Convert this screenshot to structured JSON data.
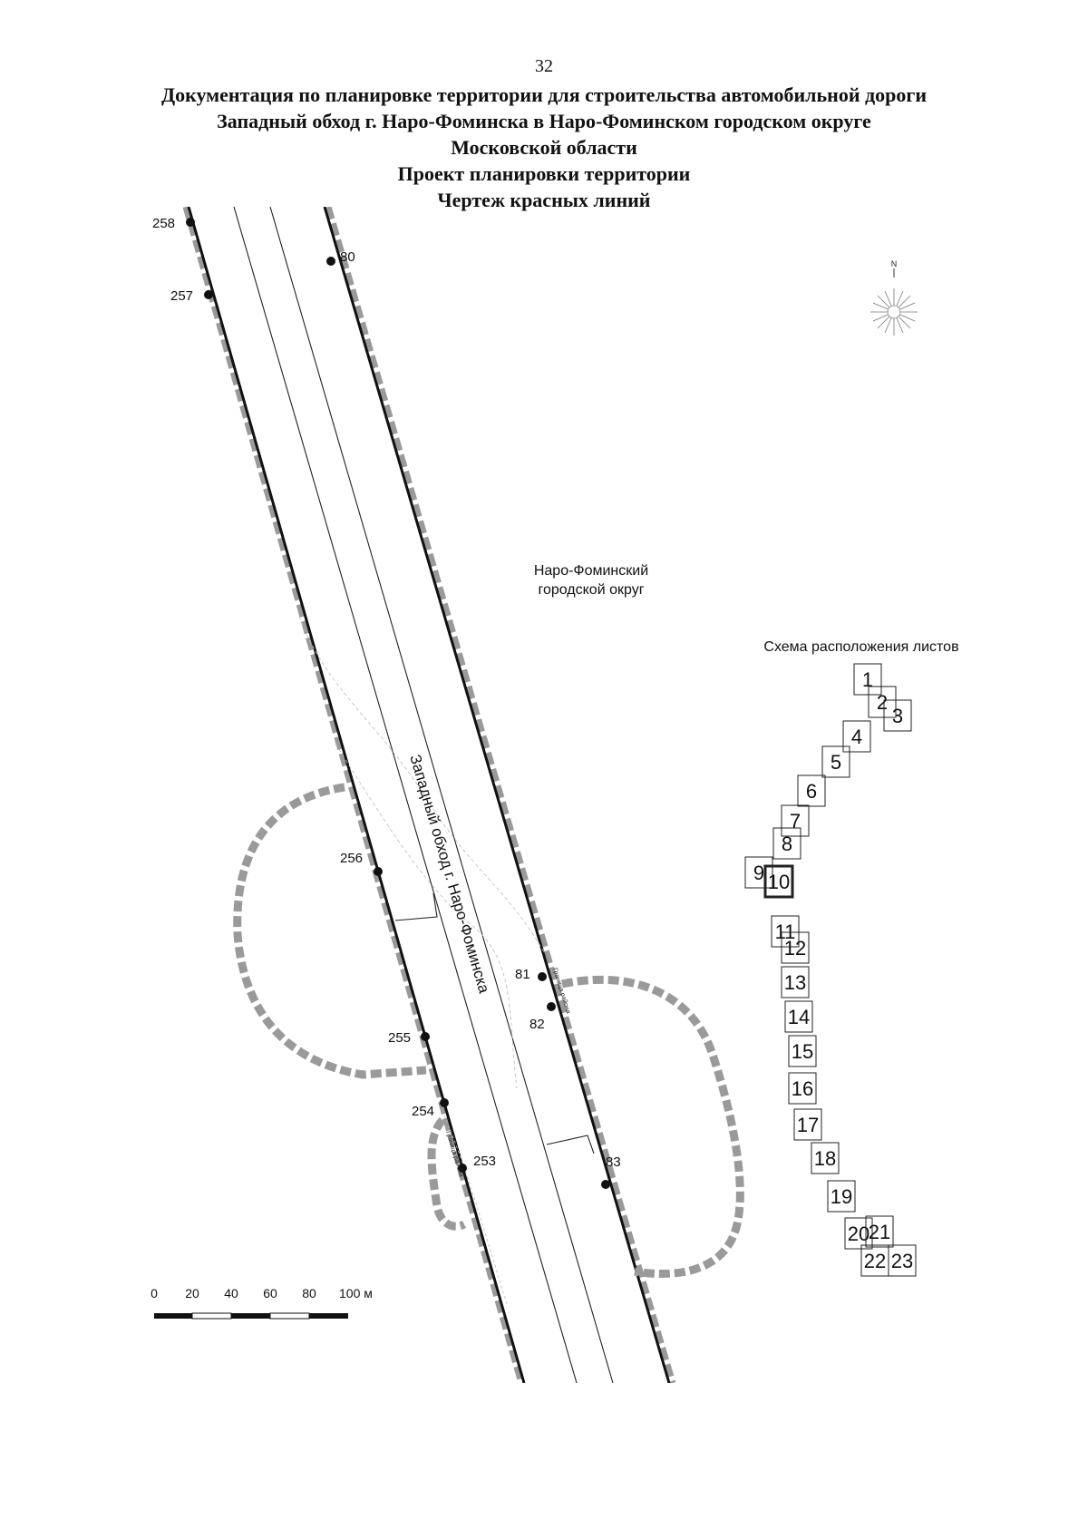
{
  "page_number": "32",
  "title_lines": [
    "Документация по планировке территории для строительства автомобильной дороги",
    "Западный обход г. Наро-Фоминска в Наро-Фоминском городском округе",
    "Московской области",
    "Проект планировки территории",
    "Чертеж красных линий"
  ],
  "map": {
    "area_label_line1": "Наро-Фоминский",
    "area_label_line2": "городской округ",
    "road_label": "Западный обход г. Наро-Фоминска",
    "small_labels": [
      "Граница района",
      "Граница района"
    ],
    "compass_label": "N",
    "points": [
      {
        "id": "258"
      },
      {
        "id": "257"
      },
      {
        "id": "256"
      },
      {
        "id": "255"
      },
      {
        "id": "254"
      },
      {
        "id": "253"
      },
      {
        "id": "80"
      },
      {
        "id": "81"
      },
      {
        "id": "82"
      },
      {
        "id": "83"
      }
    ]
  },
  "scale_bar": {
    "labels": [
      "0",
      "20",
      "40",
      "60",
      "80",
      "100 м"
    ]
  },
  "sheet_scheme": {
    "title": "Схема расположения листов",
    "sheets": [
      "1",
      "2",
      "3",
      "4",
      "5",
      "6",
      "7",
      "8",
      "9",
      "10",
      "11",
      "12",
      "13",
      "14",
      "15",
      "16",
      "17",
      "18",
      "19",
      "20",
      "21",
      "22",
      "23"
    ],
    "current_sheet": "10"
  }
}
